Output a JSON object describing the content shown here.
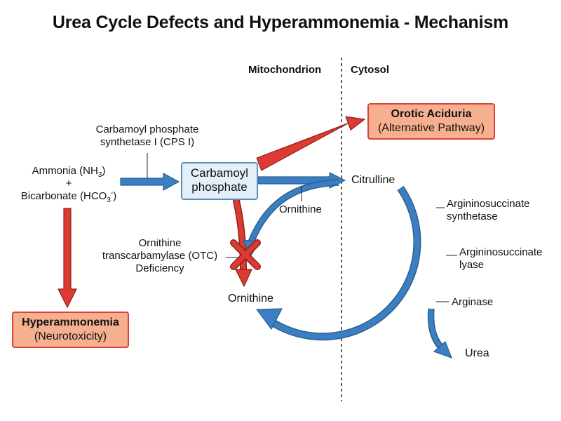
{
  "title": "Urea Cycle Defects and Hyperammonemia - Mechanism",
  "compartments": {
    "left": "Mitochondrion",
    "right": "Cytosol"
  },
  "substrates": {
    "ammonia_prefix": "Ammonia (NH",
    "ammonia_sub": "3",
    "ammonia_suffix": ")",
    "plus": "+",
    "bicarbonate_prefix": "Bicarbonate (HCO",
    "bicarbonate_sub": "3",
    "bicarbonate_sup": "-",
    "bicarbonate_suffix": ")"
  },
  "enzymes": {
    "cps1_line1": "Carbamoyl phosphate",
    "cps1_line2": "synthetase I (CPS I)",
    "otc_line1": "Ornithine",
    "otc_line2": "transcarbamylase (OTC)",
    "otc_line3": "Deficiency",
    "ass_line1": "Argininosuccinate",
    "ass_line2": "synthetase",
    "asl_line1": "Argininosuccinate",
    "asl_line2": "lyase",
    "arginase": "Arginase"
  },
  "intermediates": {
    "carbamoyl_line1": "Carbamoyl",
    "carbamoyl_line2": "phosphate",
    "citrulline": "Citrulline",
    "ornithine_transport": "Ornithine",
    "ornithine": "Ornithine",
    "urea": "Urea"
  },
  "outcomes": {
    "orotic_main": "Orotic Aciduria",
    "orotic_sub": "(Alternative Pathway)",
    "hyper_main": "Hyperammonemia",
    "hyper_sub": "(Neurotoxicity)"
  },
  "colors": {
    "blue_arrow": "#3a7fc1",
    "blue_arrow_dark": "#2d5f8f",
    "red_arrow": "#dc3b34",
    "red_arrow_dark": "#8e1f1a",
    "orange_box": "#f7b08f",
    "blue_box": "#e3f0fa"
  }
}
